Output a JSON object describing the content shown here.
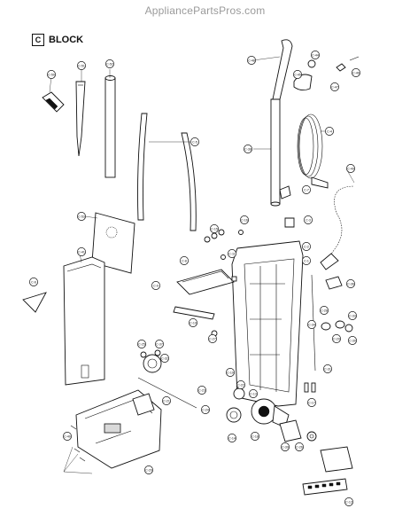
{
  "watermark": "AppliancePartsPros.com",
  "block": {
    "letter": "C",
    "label": "BLOCK"
  },
  "callouts": [
    {
      "id": "c-50",
      "label": "C-50"
    },
    {
      "id": "c-51",
      "label": "C-51"
    },
    {
      "id": "c-52",
      "label": "C-52"
    },
    {
      "id": "c-48",
      "label": "C-48"
    },
    {
      "id": "c-44",
      "label": "C-44"
    },
    {
      "id": "c-46",
      "label": "C-46"
    },
    {
      "id": "c-45",
      "label": "C-45"
    },
    {
      "id": "c-47",
      "label": "C-47"
    },
    {
      "id": "c-4",
      "label": "C-4"
    },
    {
      "id": "c-5",
      "label": "C-5"
    },
    {
      "id": "c-38",
      "label": "C-38"
    },
    {
      "id": "c-49",
      "label": "C-49"
    },
    {
      "id": "c-7",
      "label": "C-7"
    },
    {
      "id": "c-53",
      "label": "C-53"
    },
    {
      "id": "c-3",
      "label": "C-3"
    },
    {
      "id": "c-15",
      "label": "C-15"
    },
    {
      "id": "c-16",
      "label": "C-16"
    },
    {
      "id": "c-2",
      "label": "C-2"
    },
    {
      "id": "c-41",
      "label": "C-41"
    },
    {
      "id": "c-8",
      "label": "C-8"
    },
    {
      "id": "c-11",
      "label": "C-11"
    },
    {
      "id": "c-1",
      "label": "C-1"
    },
    {
      "id": "c-9",
      "label": "C-9"
    },
    {
      "id": "c-36",
      "label": "C-36"
    },
    {
      "id": "c-6",
      "label": "C-6"
    },
    {
      "id": "c-10",
      "label": "C-10"
    },
    {
      "id": "c-28",
      "label": "C-28"
    },
    {
      "id": "c-34",
      "label": "C-34"
    },
    {
      "id": "c-33",
      "label": "C-33"
    },
    {
      "id": "c-29",
      "label": "C-29"
    },
    {
      "id": "c-30",
      "label": "C-30"
    },
    {
      "id": "c-27",
      "label": "C-27"
    },
    {
      "id": "c-25",
      "label": "C-25"
    },
    {
      "id": "c-37",
      "label": "C-37"
    },
    {
      "id": "c-32",
      "label": "C-32"
    },
    {
      "id": "c-31",
      "label": "C-31"
    },
    {
      "id": "c-19",
      "label": "C-19"
    },
    {
      "id": "c-21",
      "label": "C-21"
    },
    {
      "id": "c-24",
      "label": "C-24"
    },
    {
      "id": "c-22",
      "label": "C-22"
    },
    {
      "id": "c-17",
      "label": "C-17"
    },
    {
      "id": "c-23",
      "label": "C-23"
    },
    {
      "id": "c-13",
      "label": "C-13"
    },
    {
      "id": "c-14",
      "label": "C-14"
    },
    {
      "id": "c-18",
      "label": "C-18"
    },
    {
      "id": "c-40",
      "label": "C-40"
    },
    {
      "id": "c-20",
      "label": "C-20"
    },
    {
      "id": "c-39",
      "label": "C-39"
    },
    {
      "id": "c-26",
      "label": "C-26"
    },
    {
      "id": "c-12",
      "label": "C-12"
    }
  ]
}
